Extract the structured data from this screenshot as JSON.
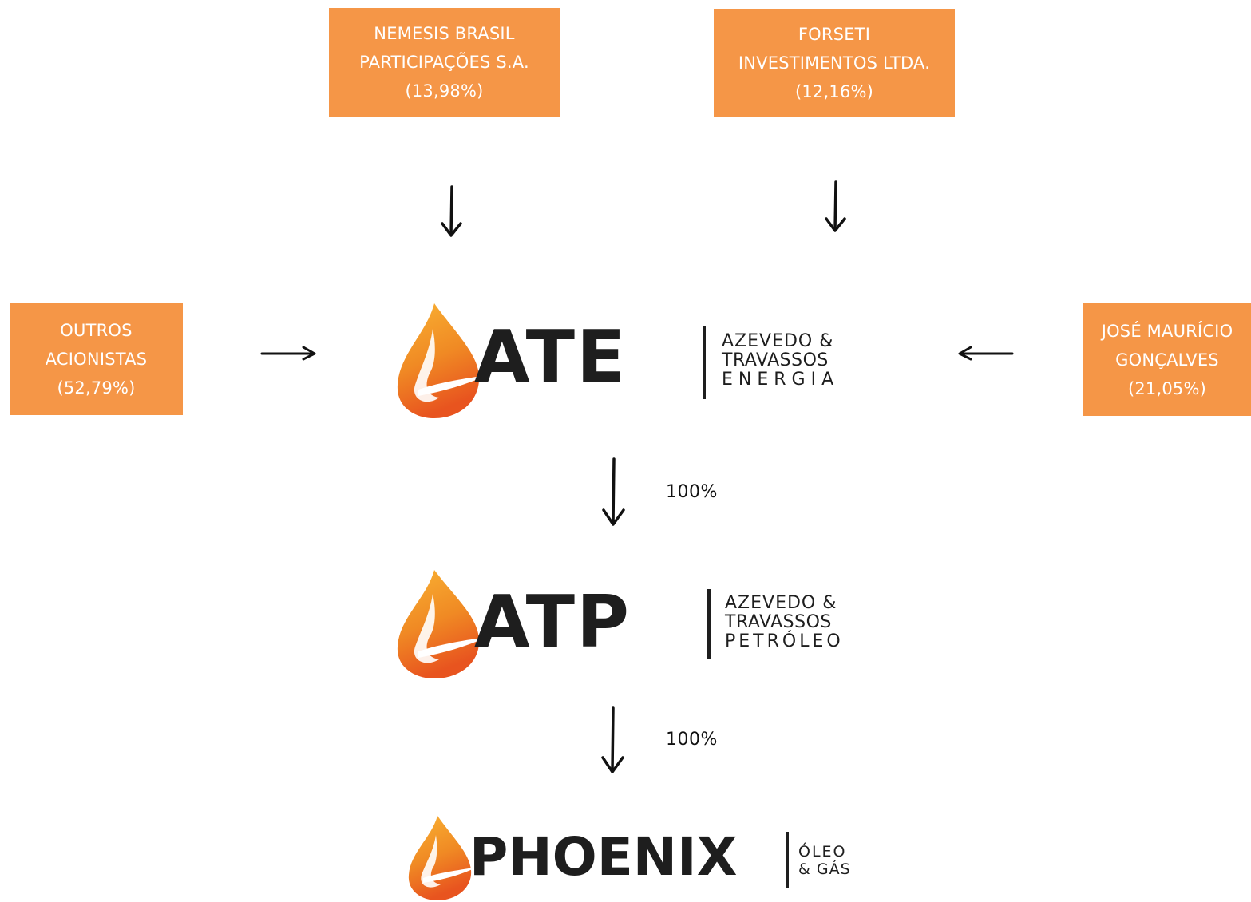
{
  "colors": {
    "accent": "#f59647",
    "text": "#1e1e1e",
    "logo_light": "#f7a234",
    "logo_dark": "#e8541f"
  },
  "shareholders": {
    "nemesis": {
      "lines": [
        "NEMESIS BRASIL",
        "PARTICIPAÇÕES S.A.",
        "(13,98%)"
      ]
    },
    "forseti": {
      "lines": [
        "FORSETI",
        "INVESTIMENTOS LTDA.",
        "(12,16%)"
      ]
    },
    "outros": {
      "lines": [
        "OUTROS",
        "ACIONISTAS",
        "(52,79%)"
      ]
    },
    "jose": {
      "lines": [
        "JOSÉ MAURÍCIO",
        "GONÇALVES",
        "(21,05%)"
      ]
    }
  },
  "ownership": {
    "ate_to_atp": "100%",
    "atp_to_phoenix": "100%"
  },
  "logos": {
    "ate": {
      "mark": "ATE",
      "tagline": [
        "AZEVEDO &",
        "TRAVASSOS",
        "ENERGIA"
      ]
    },
    "atp": {
      "mark": "ATP",
      "tagline": [
        "AZEVEDO &",
        "TRAVASSOS",
        "PETRÓLEO"
      ]
    },
    "phoenix": {
      "mark": "PHOENIX",
      "tagline": [
        "ÓLEO",
        "& GÁS"
      ]
    }
  }
}
